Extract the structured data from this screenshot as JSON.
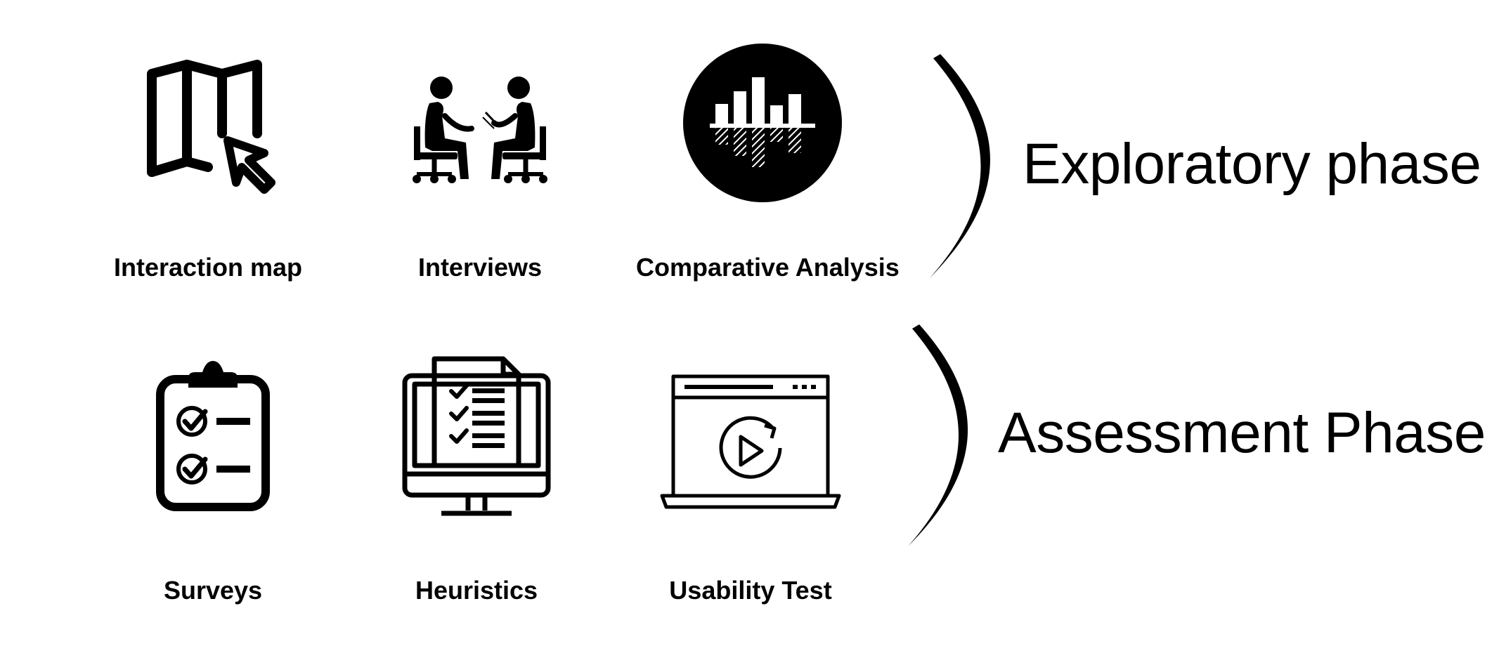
{
  "phases": [
    {
      "title": "Exploratory phase",
      "methods": [
        {
          "label": "Interaction map",
          "icon": "folded-map-cursor-icon"
        },
        {
          "label": "Interviews",
          "icon": "interview-people-icon"
        },
        {
          "label": "Comparative Analysis",
          "icon": "bar-comparison-icon"
        }
      ]
    },
    {
      "title": "Assessment Phase",
      "methods": [
        {
          "label": "Surveys",
          "icon": "clipboard-checklist-icon"
        },
        {
          "label": "Heuristics",
          "icon": "monitor-checklist-icon"
        },
        {
          "label": "Usability Test",
          "icon": "laptop-play-icon"
        }
      ]
    }
  ],
  "colors": {
    "ink": "#000000",
    "background": "#ffffff"
  }
}
